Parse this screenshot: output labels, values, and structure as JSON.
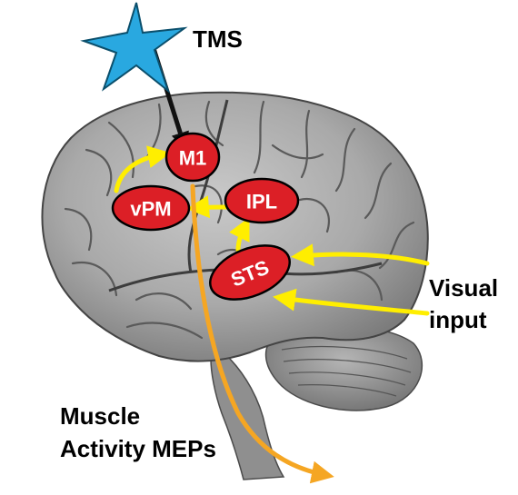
{
  "labels": {
    "stimulation": "TMS",
    "input_line1": "Visual",
    "input_line2": "input",
    "output_line1": "Muscle",
    "output_line2": "Activity MEPs"
  },
  "regions": {
    "m1": "M1",
    "vpm": "vPM",
    "ipl": "IPL",
    "sts": "STS"
  },
  "colors": {
    "region_fill": "#dc1f26",
    "pathway_yellow": "#ffee00",
    "output_orange": "#f5a623",
    "tms_star": "#29a8e0"
  }
}
